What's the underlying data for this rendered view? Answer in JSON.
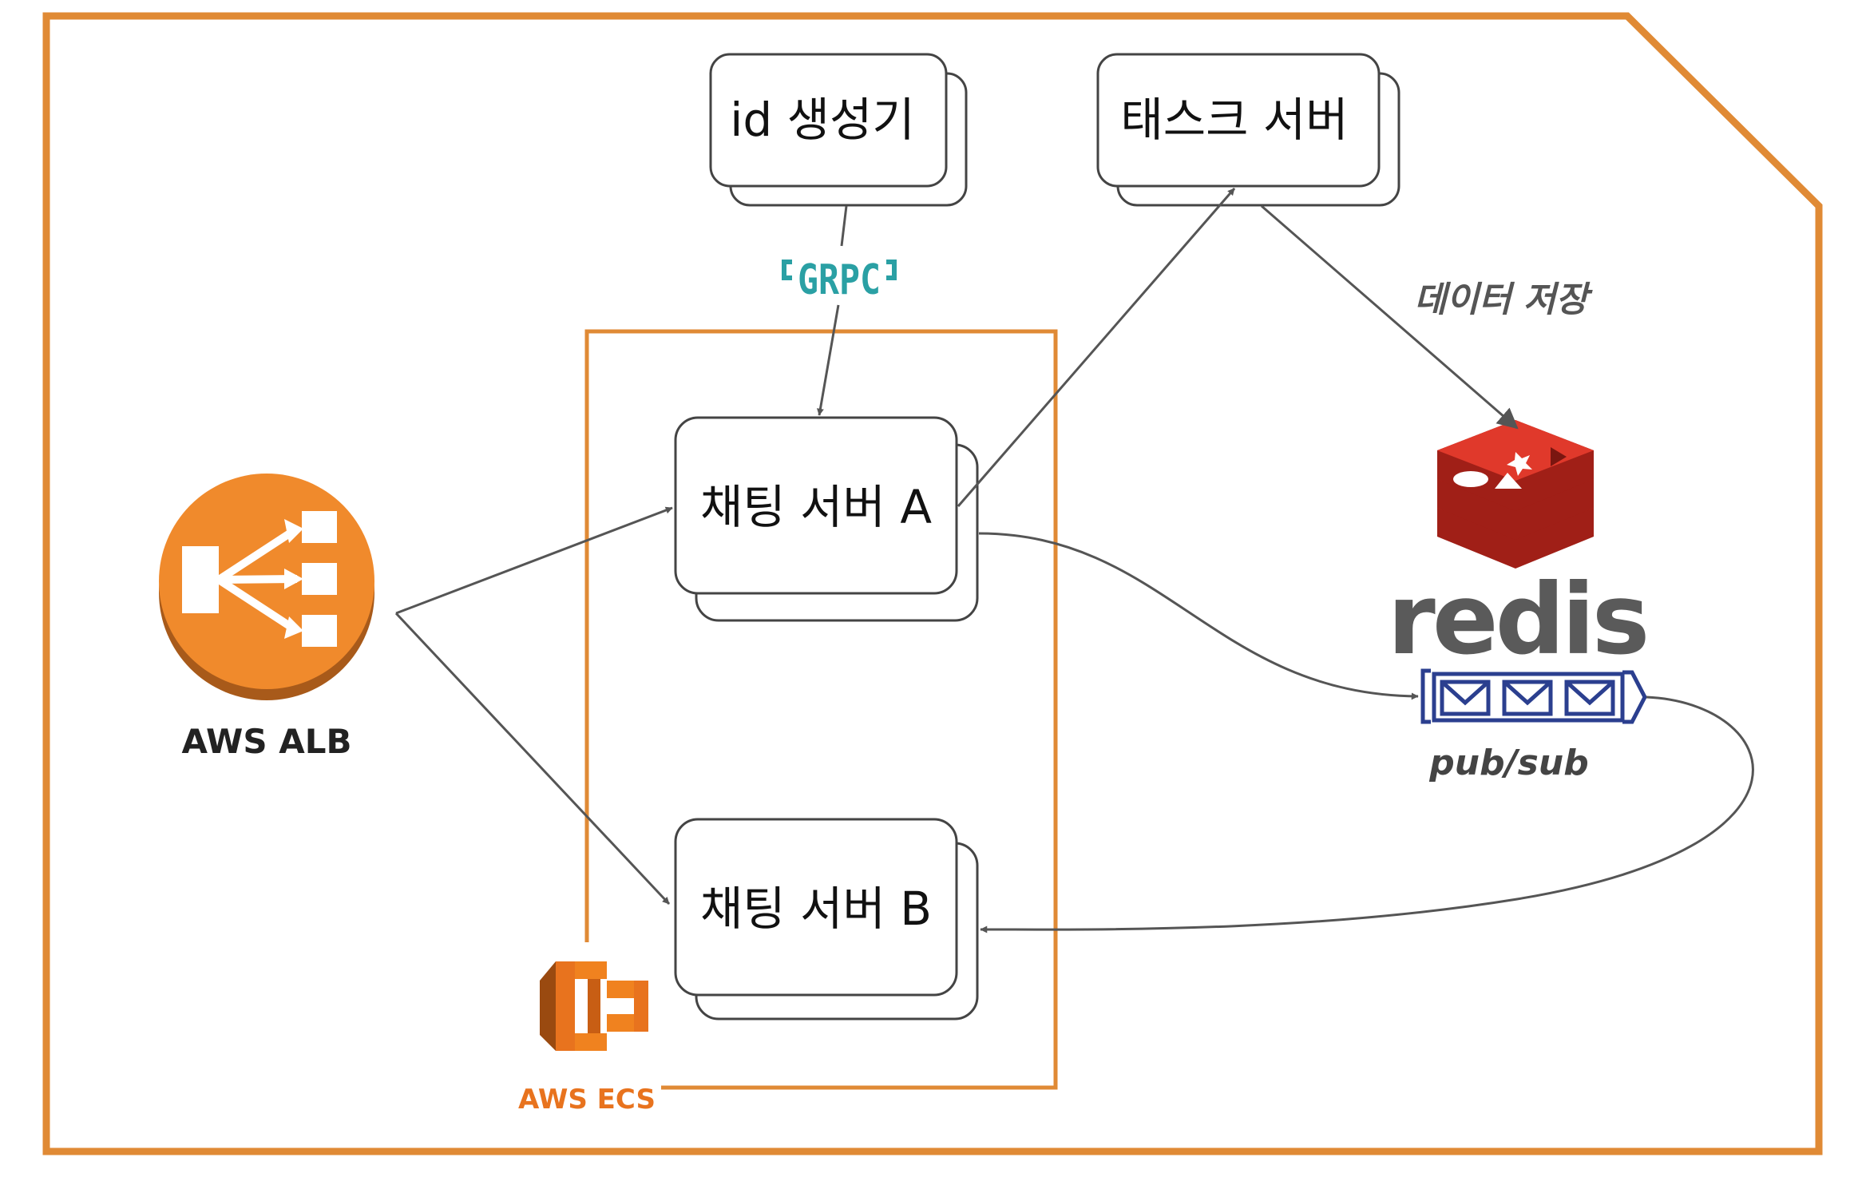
{
  "nodes": {
    "id_generator": "id 생성기",
    "task_server": "태스크 서버",
    "chat_server_a": "채팅 서버 A",
    "chat_server_b": "채팅 서버 B"
  },
  "labels": {
    "alb": "AWS ALB",
    "ecs": "AWS ECS",
    "grpc": "GRPC",
    "redis": "redis",
    "pubsub": "pub/sub",
    "data_store": "데이터 저장"
  },
  "icons": {
    "alb": "load-balancer-icon",
    "ecs": "ecs-icon",
    "grpc": "grpc-logo",
    "redis": "redis-logo",
    "queue": "message-queue-icon"
  },
  "colors": {
    "frame": "#e08a35",
    "aws_orange": "#f08a2c",
    "grpc_teal": "#2aa0a4",
    "redis_red": "#d82c20",
    "redis_gray": "#5a5a5a",
    "queue_navy": "#2b3f8f",
    "arrow": "#555555"
  }
}
